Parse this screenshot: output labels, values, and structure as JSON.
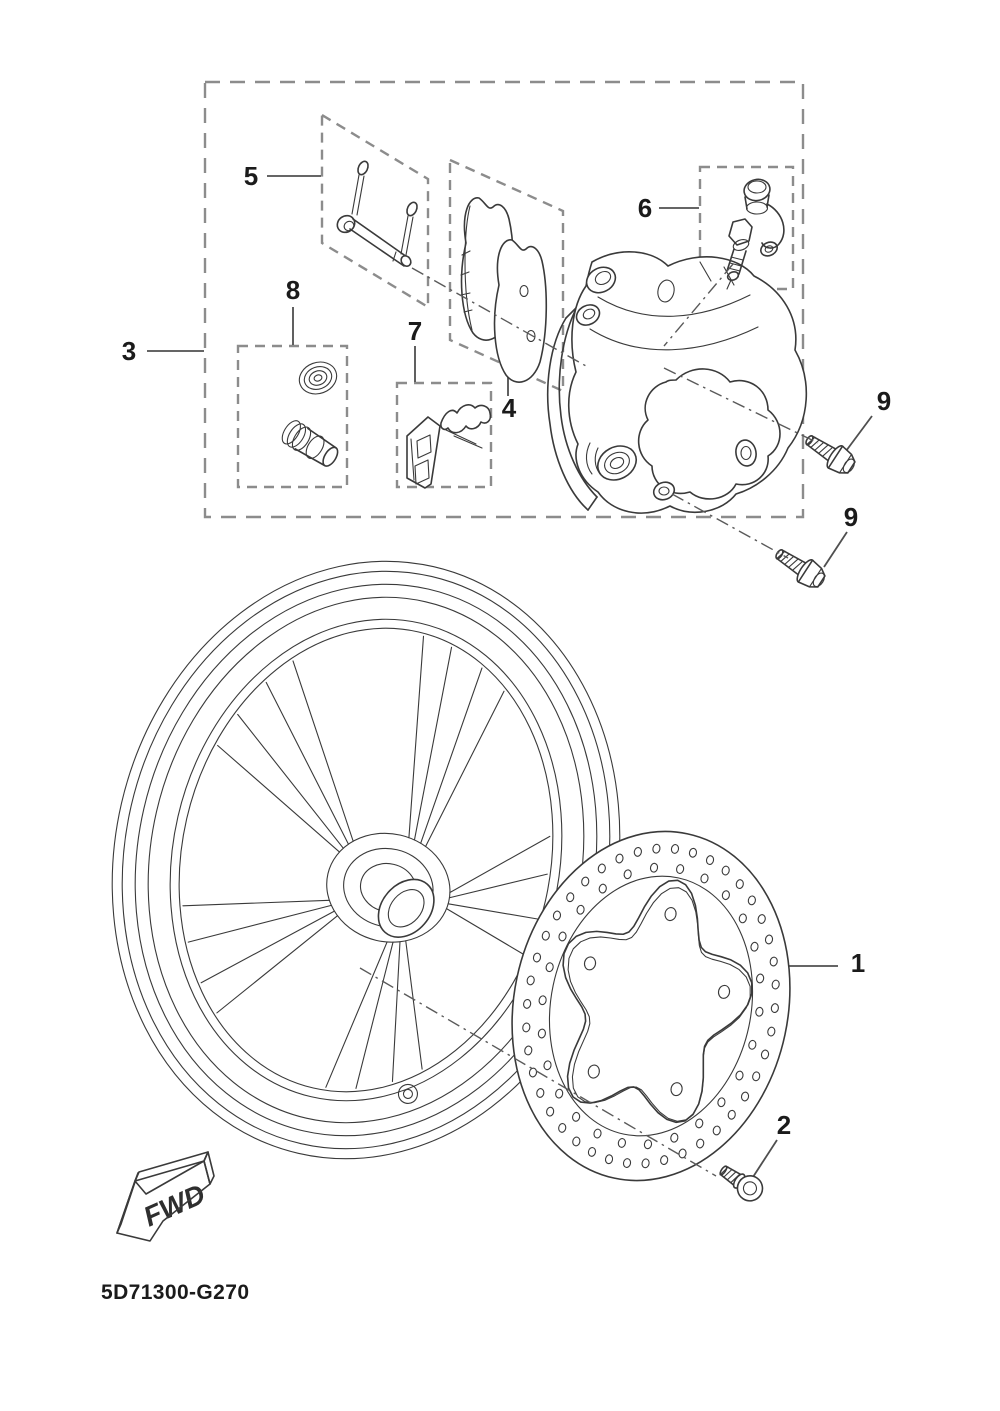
{
  "colors": {
    "background": "#ffffff",
    "line": "#3a3a3a",
    "dashed_box": "#8c8c8c",
    "leader_line": "#4f4f4f",
    "label_text": "#1b1b1b"
  },
  "callouts": [
    {
      "part": "1"
    },
    {
      "part": "2"
    },
    {
      "part": "3"
    },
    {
      "part": "4"
    },
    {
      "part": "5"
    },
    {
      "part": "6"
    },
    {
      "part": "7"
    },
    {
      "part": "8"
    },
    {
      "part": "9"
    },
    {
      "part": "9"
    }
  ],
  "fwd_arrow": {
    "label": "FWD"
  },
  "footer": {
    "diagram_code": "5D71300-G270"
  }
}
